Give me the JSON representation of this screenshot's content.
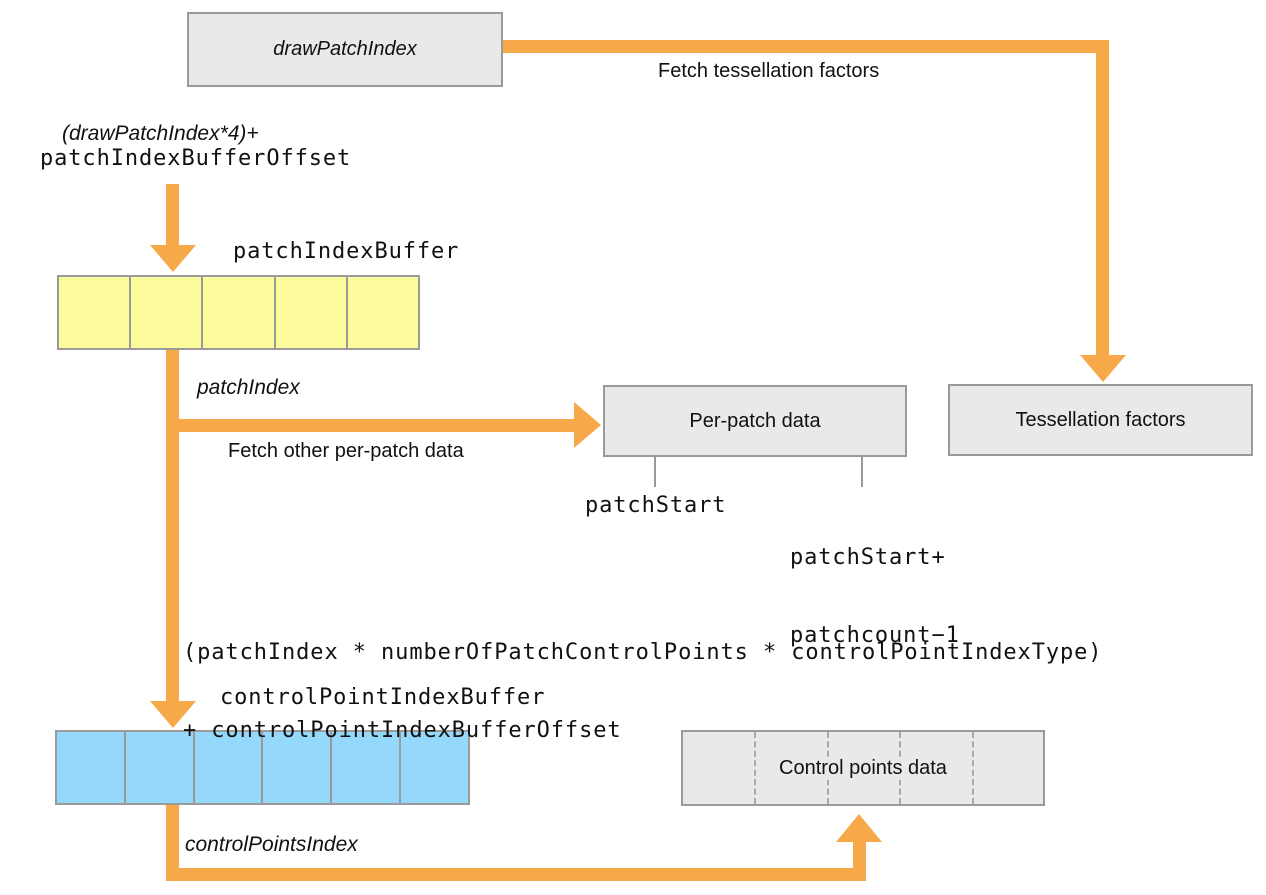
{
  "diagram": {
    "nodes": {
      "draw_patch_index": "drawPatchIndex",
      "per_patch_data": "Per-patch data",
      "tessellation_factors": "Tessellation factors",
      "control_points_data": "Control points data"
    },
    "labels": {
      "fetch_tessellation_factors": "Fetch tessellation factors",
      "patch_offset_formula_line1": "(drawPatchIndex*4)+",
      "patch_offset_formula_line2": "patchIndexBufferOffset",
      "patch_index_buffer": "patchIndexBuffer",
      "patch_index": "patchIndex",
      "fetch_other_per_patch_data": "Fetch other per-patch data",
      "patch_start": "patchStart",
      "patch_start_plus_line1": "patchStart+",
      "patch_start_plus_line2": "patchcount−1",
      "control_point_formula_line1": "(patchIndex * numberOfPatchControlPoints * controlPointIndexType)",
      "control_point_formula_line2": "+ controlPointIndexBufferOffset",
      "control_point_index_buffer": "controlPointIndexBuffer",
      "control_points_index": "controlPointsIndex"
    },
    "buffers": {
      "patch_index_buffer_cells": 5,
      "control_point_index_buffer_cells": 6,
      "control_points_data_dividers": 4
    },
    "colors": {
      "arrow_orange": "#F7A94A",
      "buffer_yellow": "#FCFC9D",
      "buffer_blue": "#94D9FB",
      "box_gray": "#E9E9E9",
      "border_gray": "#9A9A9A"
    }
  }
}
